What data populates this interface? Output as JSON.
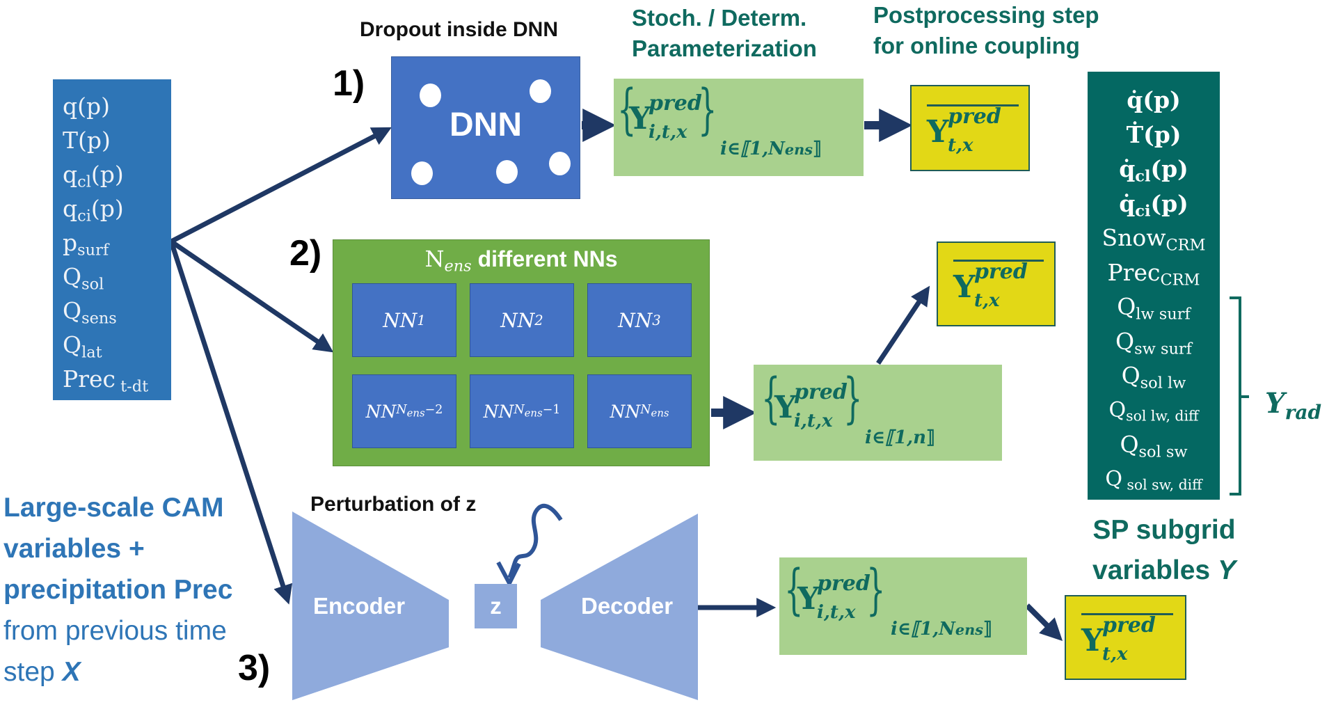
{
  "input": {
    "variables": [
      {
        "base": "q(p)",
        "sub": ""
      },
      {
        "base": "T(p)",
        "sub": ""
      },
      {
        "base": "q",
        "sub": "cl",
        "tail": "(p)"
      },
      {
        "base": "q",
        "sub": "ci",
        "tail": "(p)"
      },
      {
        "base": "p",
        "sub": "surf",
        "tail": ""
      },
      {
        "base": "Q",
        "sub": "sol",
        "tail": ""
      },
      {
        "base": "Q",
        "sub": "sens",
        "tail": ""
      },
      {
        "base": "Q",
        "sub": "lat",
        "tail": ""
      },
      {
        "base": "Prec",
        "sub": " t-dt",
        "tail": ""
      }
    ],
    "caption_bold_lines": [
      "Large-scale CAM",
      "variables +",
      "precipitation Prec"
    ],
    "caption_lines": [
      "from previous time",
      "step "
    ],
    "caption_symbol": "X"
  },
  "headers": {
    "dropout": "Dropout inside DNN",
    "param_line1": "Stoch. / Determ.",
    "param_line2": "Parameterization",
    "post_line1": "Postprocessing step",
    "post_line2": "for online coupling"
  },
  "steps": {
    "one": "1)",
    "two": "2)",
    "three": "3)"
  },
  "dnn": {
    "label": "DNN"
  },
  "ensemble": {
    "title_base": "N",
    "title_sub": "ens",
    "title_rest": " different NNs",
    "cells": [
      {
        "base": "NN",
        "sub": "1"
      },
      {
        "base": "NN",
        "sub": "2"
      },
      {
        "base": "NN",
        "sub": "3"
      },
      {
        "base": "NN",
        "sub": "N",
        "subsub": "ens",
        "suffix": "−2"
      },
      {
        "base": "NN",
        "sub": "N",
        "subsub": "ens",
        "suffix": "−1"
      },
      {
        "base": "NN",
        "sub": "N",
        "subsub": "ens",
        "suffix": ""
      }
    ]
  },
  "autoencoder": {
    "perturbation_label": "Perturbation of z",
    "encoder": "Encoder",
    "latent": "z",
    "decoder": "Decoder"
  },
  "predictions": {
    "Y": "Y",
    "sup": "pred",
    "sub_set": "i,t,x",
    "sub_mean": "t,x",
    "open_brace": "{",
    "close_brace": "}",
    "range_1": {
      "prefix": "i∈⟦1,N",
      "sub": "ens",
      "suffix": "⟧"
    },
    "range_2": {
      "prefix": "i∈⟦1,n",
      "sub": "",
      "suffix": "⟧"
    },
    "range_3": {
      "prefix": "i∈⟦1,N",
      "sub": "ens",
      "suffix": "⟧"
    }
  },
  "outputs": {
    "variables": [
      {
        "base": "q̇",
        "sub": "",
        "tail": "(p)",
        "bold": true
      },
      {
        "base": "Ṫ",
        "sub": "",
        "tail": "(p)",
        "bold": true
      },
      {
        "base": "q̇",
        "sub": "cl",
        "tail": "(p)",
        "bold": true
      },
      {
        "base": "q̇",
        "sub": "ci",
        "tail": "(p)",
        "bold": true
      },
      {
        "base": "Snow",
        "sub": "CRM",
        "tail": "",
        "bold": false
      },
      {
        "base": "Prec",
        "sub": "CRM",
        "tail": "",
        "bold": false
      },
      {
        "base": "Q",
        "sub": "lw surf",
        "tail": "",
        "bold": false
      },
      {
        "base": "Q",
        "sub": "sw surf",
        "tail": "",
        "bold": false
      },
      {
        "base": "Q",
        "sub": "sol lw",
        "tail": "",
        "bold": false
      },
      {
        "base": "Q",
        "sub": "sol lw, diff",
        "tail": "",
        "bold": false
      },
      {
        "base": "Q",
        "sub": "sol sw",
        "tail": "",
        "bold": false
      },
      {
        "base": "Q",
        "sub": " sol sw, diff",
        "tail": "",
        "bold": false
      }
    ],
    "yrad_base": "Y",
    "yrad_sub": "rad",
    "caption_line1": "SP subgrid",
    "caption_line2": "variables ",
    "caption_symbol": "Y"
  },
  "colors": {
    "input_blue": "#2e75b6",
    "dnn_blue": "#4472c4",
    "ensemble_green": "#70ad47",
    "prediction_green": "#a9d18e",
    "mean_yellow": "#e2d816",
    "output_teal": "#046862",
    "text_teal": "#0f6a5f",
    "arrow_navy": "#1f3864",
    "autoencoder_blue": "#8faadc"
  }
}
